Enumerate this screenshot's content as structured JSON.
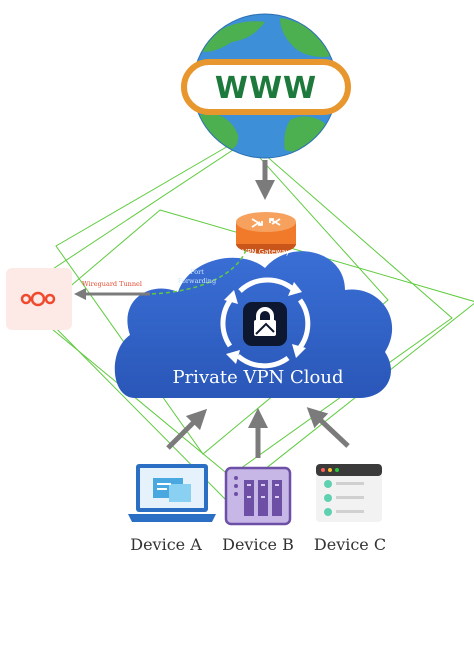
{
  "globe": {
    "label": "WWW"
  },
  "gateway": {
    "label": "VPN Gateway"
  },
  "cloud": {
    "label": "Private VPN Cloud"
  },
  "links": {
    "port_forwarding": [
      "Port",
      "Forwarding"
    ],
    "wireguard_tunnel": "Wireguard Tunnel"
  },
  "devices": [
    {
      "label": "Device A"
    },
    {
      "label": "Device B"
    },
    {
      "label": "Device C"
    }
  ],
  "colors": {
    "cloud_blue": "#2f62c9",
    "globe_ocean": "#3d8fd8",
    "globe_land": "#4caf50",
    "www_badge": "#e8962e",
    "gateway_orange": "#f07a2a",
    "nextcloud_red": "#f04a2e",
    "outline_green": "#5ecb3e",
    "arrow_gray": "#7b7b7b"
  }
}
